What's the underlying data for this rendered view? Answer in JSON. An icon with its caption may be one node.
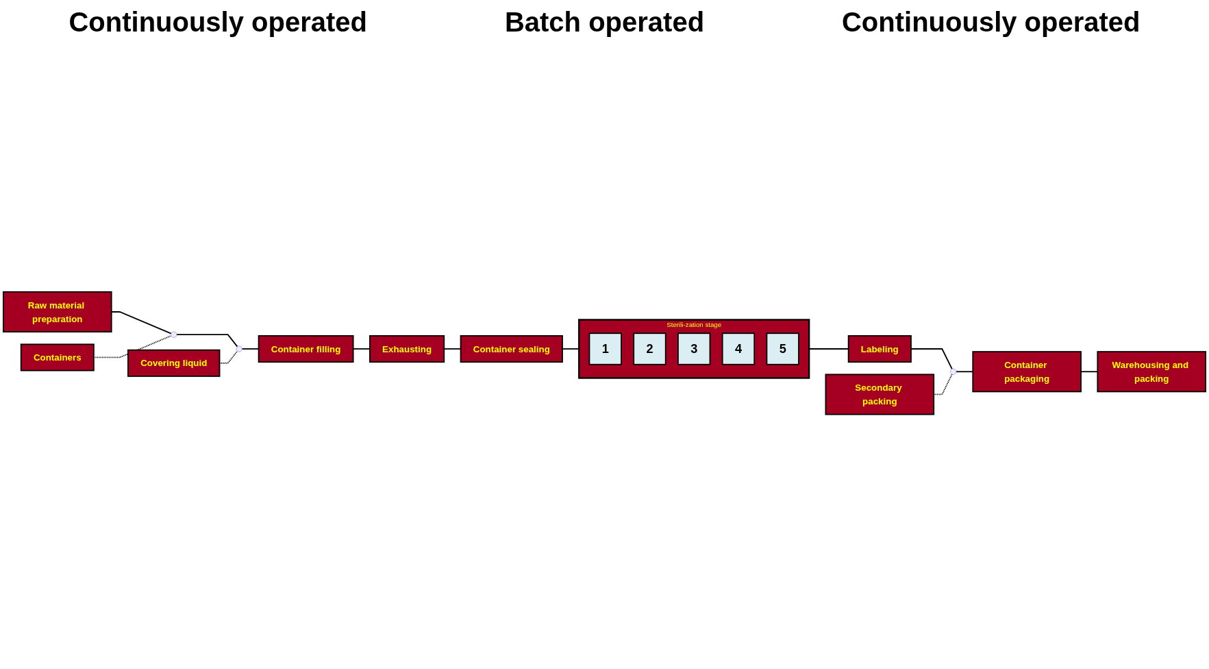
{
  "diagram": {
    "nodes": [
      {
        "text": [
          "Containers"
        ]
      },
      {
        "text": [
          "Raw material preparation"
        ]
      },
      {
        "text": [],
        "shape": "circle"
      },
      {
        "text": [],
        "shape": "circle"
      },
      {
        "text": [
          "Container filling"
        ]
      },
      {
        "text": [
          "Covering liquid"
        ]
      },
      {
        "text": [
          "Exhausting"
        ]
      },
      {
        "text": [
          "Container sealing"
        ]
      },
      {
        "text": [
          "Sterili-zation stage"
        ]
      },
      {
        "text": [
          "1"
        ],
        "in": 8
      },
      {
        "text": [
          "2"
        ],
        "in": 8
      },
      {
        "text": [
          "3"
        ],
        "in": 8
      },
      {
        "text": [
          "4"
        ],
        "in": 8
      },
      {
        "text": [
          "5"
        ],
        "in": 8
      },
      {
        "text": [
          "Labeling"
        ]
      },
      {
        "text": [],
        "shape": "circle"
      },
      {
        "text": [
          "Container packaging"
        ]
      },
      {
        "text": [
          "Secondary packing"
        ]
      },
      {
        "text": [
          "Warehousing and packing"
        ]
      }
    ],
    "edges": [
      {
        "from": 1,
        "to": 2,
        "arrow": "none"
      },
      {
        "from": 0,
        "to": 2,
        "arrow": "none",
        "style": "dashed"
      },
      {
        "from": 2,
        "to": 3,
        "arrow": "none"
      },
      {
        "from": 5,
        "to": 3,
        "arrow": "none",
        "style": "dashed"
      },
      {
        "from": 3,
        "to": 4,
        "arrow": "none"
      },
      {
        "from": 4,
        "to": 6,
        "arrow": "none"
      },
      {
        "from": 6,
        "to": 7,
        "arrow": "none"
      },
      {
        "from": 7,
        "to": 8,
        "arrow": "none"
      },
      {
        "from": 8,
        "to": 14,
        "arrow": "none"
      },
      {
        "from": 14,
        "to": 15,
        "arrow": "none"
      },
      {
        "from": 17,
        "to": 15,
        "arrow": "none",
        "style": "dashed"
      },
      {
        "from": 15,
        "to": 16,
        "arrow": "none"
      },
      {
        "from": 16,
        "to": 18,
        "arrow": "none"
      }
    ],
    "labels": [
      "Continuously operated",
      "Batch operated",
      "Continuously operated"
    ]
  }
}
